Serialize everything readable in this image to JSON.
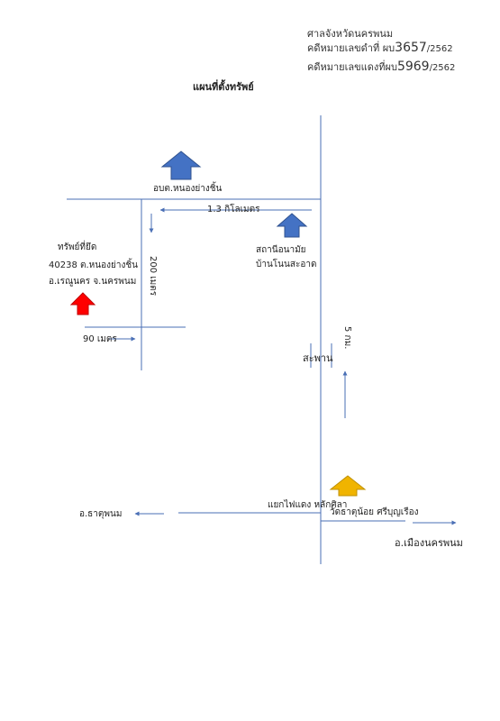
{
  "header": {
    "court": "ศาลจังหวัดนครพนม",
    "case_black_prefix": "คดีหมายเลขดำที่ ผบ",
    "case_black_no": "3657",
    "case_black_year": "/2562",
    "case_red_prefix": "คดีหมายเลขแดงที่ผบ",
    "case_red_no": "5969",
    "case_red_year": "/2562"
  },
  "title": "แผนที่ตั้งทรัพย์",
  "labels": {
    "tambon_office": "อบต.หนองย่างชิ้น",
    "distance_13km": "1.3 กิโลเมตร",
    "health_station_1": "สถานีอนามัย",
    "health_station_2": "บ้านโนนสะอาด",
    "property_1": "ทรัพย์ที่ยึด",
    "property_2": "40238 ต.หนองย่างชิ้น",
    "property_3": "อ.เรณูนคร จ.นครพนม",
    "dist_200m": "200 เมตร",
    "dist_90m": "90 เมตร",
    "bridge": "สะพาน",
    "dist_5km": "5 กม.",
    "intersection": "แยกไฟแดง หลักศิลา",
    "temple": "วัดธาตุน้อย ศรีบุญเรือง",
    "that_phanom": "อ.ธาตุพนม",
    "mueang": "อ.เมืองนครพนม"
  },
  "colors": {
    "road": "#4a6fb5",
    "arrow_blue": "#4472c4",
    "arrow_red": "#ff0000",
    "arrow_gold": "#f0b400"
  }
}
